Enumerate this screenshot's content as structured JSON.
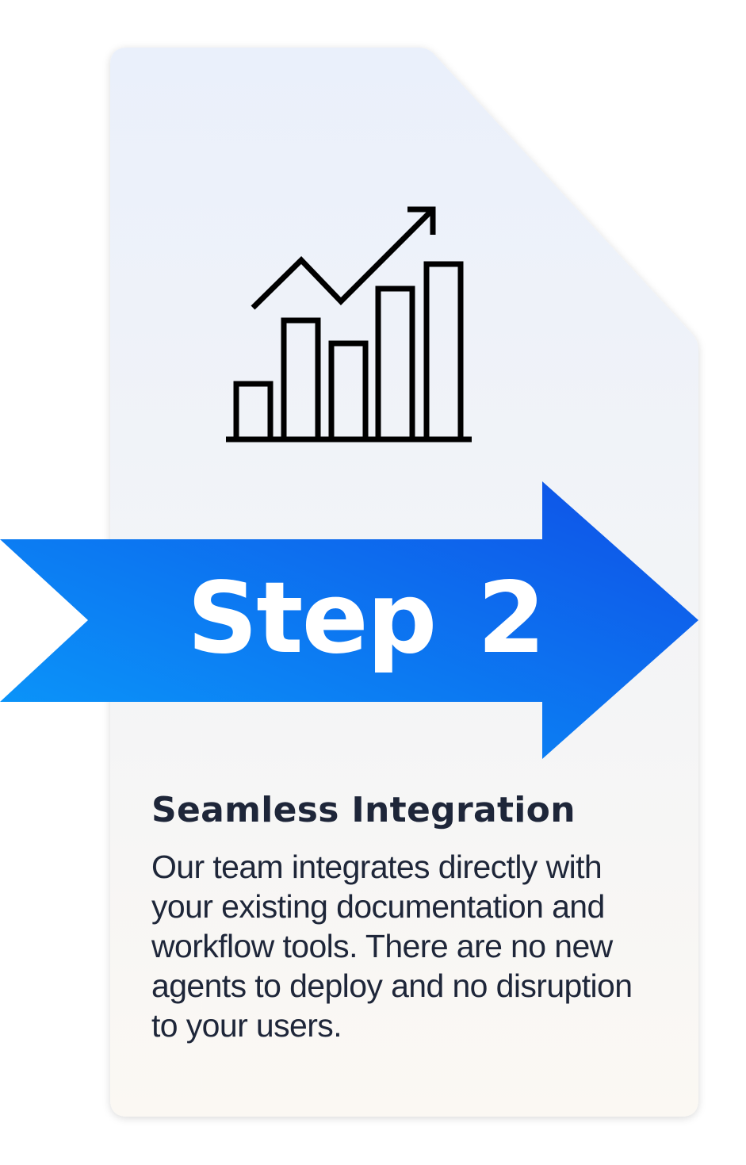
{
  "step": {
    "word": "Step",
    "number": "2"
  },
  "title": "Seamless Integration",
  "description": "Our team integrates directly with your existing documentation and workflow tools. There are no new agents to deploy and no disruption to your users.",
  "colors": {
    "arrow_start": "#0A9BFB",
    "arrow_end": "#0F52E6",
    "card_top": "#EAF0FB",
    "card_bottom": "#FBF8F3",
    "text": "#1E2639"
  },
  "icons": {
    "card_icon": "growth-bar-chart-icon"
  }
}
